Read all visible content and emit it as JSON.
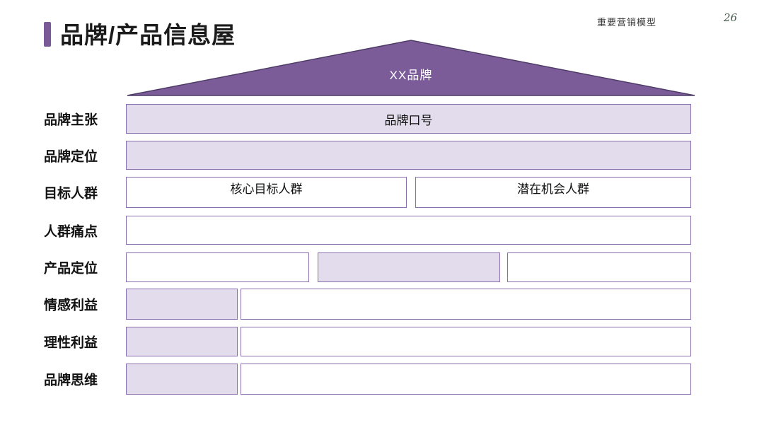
{
  "header": {
    "title": "品牌/产品信息屋",
    "right_note": "重要营销模型",
    "page_number": "26"
  },
  "roof": {
    "label": "XX品牌"
  },
  "rows": [
    {
      "label": "品牌主张",
      "boxes": [
        {
          "text": "品牌口号"
        }
      ]
    },
    {
      "label": "品牌定位",
      "boxes": [
        {
          "text": ""
        }
      ]
    },
    {
      "label": "目标人群",
      "boxes": [
        {
          "text": "核心目标人群"
        },
        {
          "text": "潜在机会人群"
        }
      ]
    },
    {
      "label": "人群痛点",
      "boxes": [
        {
          "text": ""
        }
      ]
    },
    {
      "label": "产品定位",
      "boxes": [
        {
          "text": ""
        },
        {
          "text": ""
        },
        {
          "text": ""
        }
      ]
    },
    {
      "label": "情感利益",
      "boxes": [
        {
          "text": ""
        },
        {
          "text": ""
        }
      ]
    },
    {
      "label": "理性利益",
      "boxes": [
        {
          "text": ""
        },
        {
          "text": ""
        }
      ]
    },
    {
      "label": "品牌思维",
      "boxes": [
        {
          "text": ""
        },
        {
          "text": ""
        }
      ]
    }
  ],
  "colors": {
    "accent_purple": "#7a5a96",
    "roof_fill": "#7b5c98",
    "roof_stroke": "#4e3b66",
    "lavender_fill": "#e3dcec",
    "box_border": "#8a6fae",
    "page_number_color": "#44584e"
  }
}
